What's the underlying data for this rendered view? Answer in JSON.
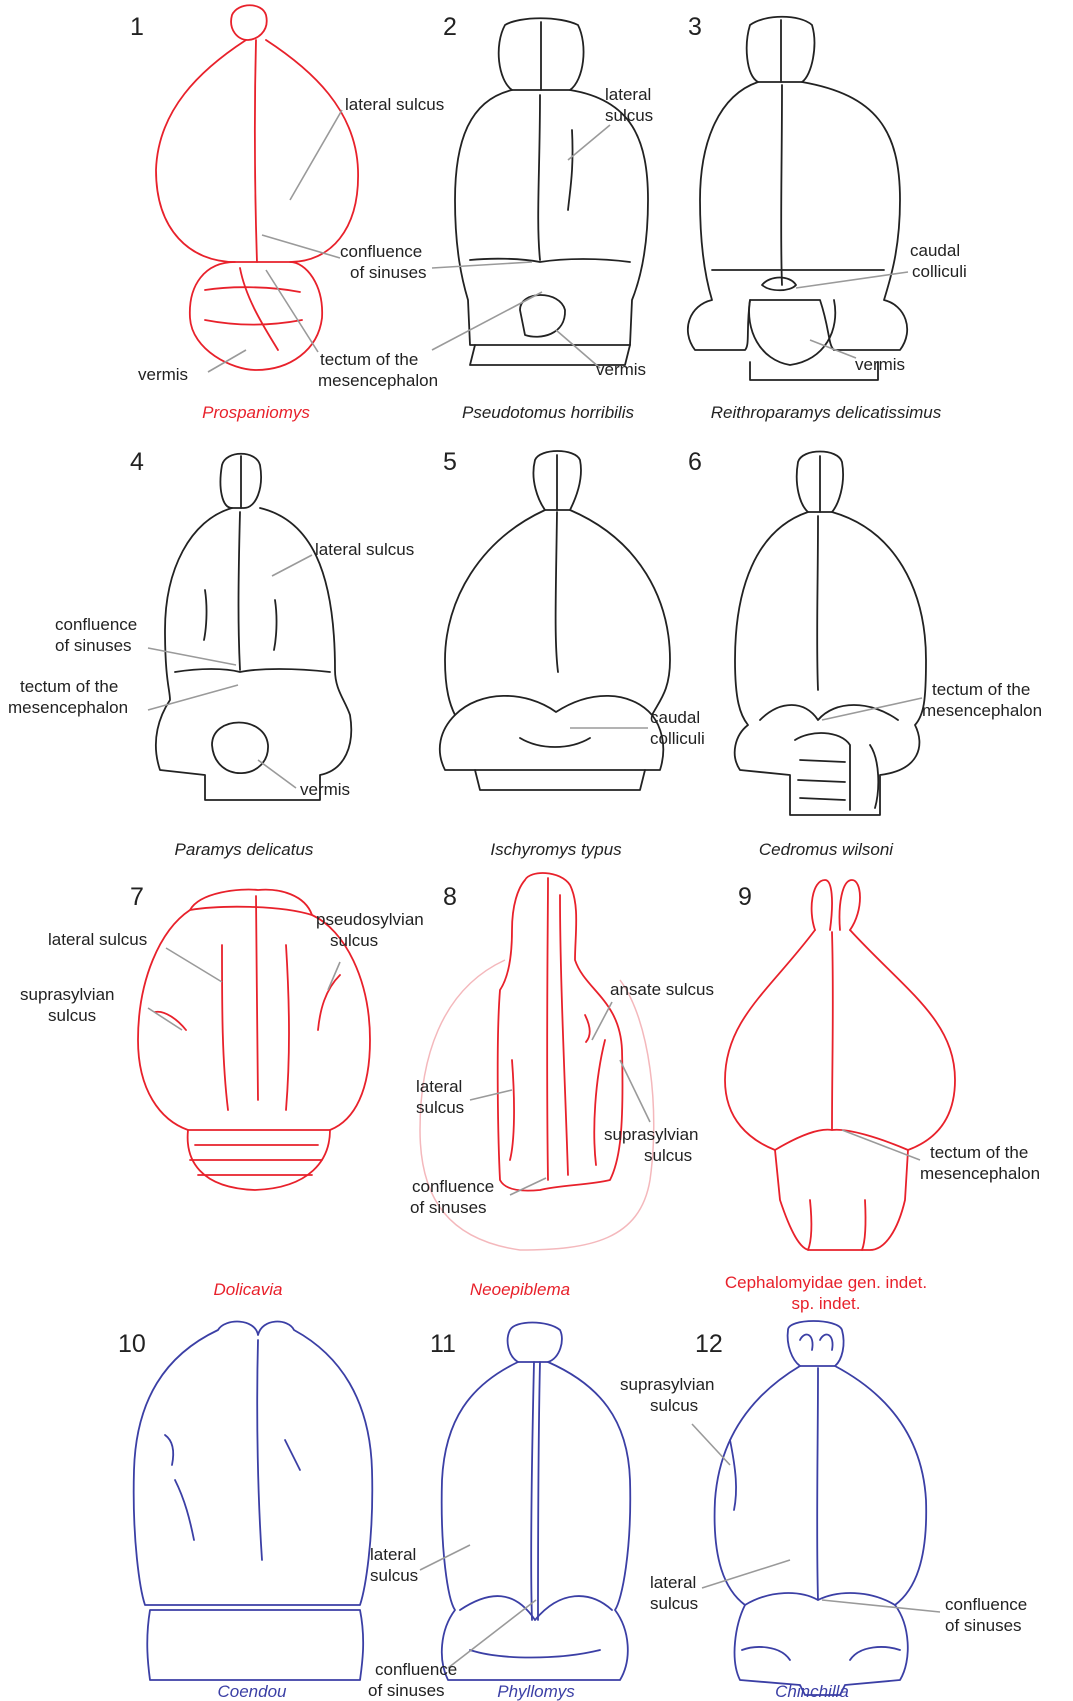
{
  "colors": {
    "red": "#e8212b",
    "black": "#222222",
    "blue": "#3b3fa5",
    "leader": "#9a9a9a",
    "ghost": "#f4b8bc"
  },
  "panels": [
    {
      "number": "1",
      "caption": "Prospaniomys",
      "color": "red",
      "italic": true
    },
    {
      "number": "2",
      "caption": "Pseudotomus horribilis",
      "color": "black",
      "italic": true
    },
    {
      "number": "3",
      "caption": "Reithroparamys delicatissimus",
      "color": "black",
      "italic": true
    },
    {
      "number": "4",
      "caption": "Paramys delicatus",
      "color": "black",
      "italic": true
    },
    {
      "number": "5",
      "caption": "Ischyromys typus",
      "color": "black",
      "italic": true
    },
    {
      "number": "6",
      "caption": "Cedromus wilsoni",
      "color": "black",
      "italic": true
    },
    {
      "number": "7",
      "caption": "Dolicavia",
      "color": "red",
      "italic": true
    },
    {
      "number": "8",
      "caption": "Neoepiblema",
      "color": "red",
      "italic": true
    },
    {
      "number": "9",
      "caption": [
        "Cephalomyidae gen. indet.",
        "sp. indet."
      ],
      "color": "red",
      "italic": false
    },
    {
      "number": "10",
      "caption": "Coendou",
      "color": "blue",
      "italic": true
    },
    {
      "number": "11",
      "caption": "Phyllomys",
      "color": "blue",
      "italic": true
    },
    {
      "number": "12",
      "caption": "Chinchilla",
      "color": "blue",
      "italic": true
    }
  ],
  "labels": {
    "p1": {
      "lateral": [
        "lateral sulcus"
      ],
      "confluence": [
        "confluence",
        "of sinuses"
      ],
      "vermis": [
        "vermis"
      ],
      "tectum": [
        "tectum of the",
        "mesencephalon"
      ]
    },
    "p2": {
      "lateral": [
        "lateral",
        "sulcus"
      ],
      "vermis": [
        "vermis"
      ]
    },
    "p3": {
      "caudal": [
        "caudal",
        "colliculi"
      ],
      "vermis": [
        "vermis"
      ]
    },
    "p4": {
      "lateral": [
        "lateral sulcus"
      ],
      "confluence": [
        "confluence",
        "of sinuses"
      ],
      "tectum": [
        "tectum of the",
        "mesencephalon"
      ],
      "vermis": [
        "vermis"
      ]
    },
    "p5": {
      "caudal": [
        "caudal",
        "colliculi"
      ]
    },
    "p6": {
      "tectum": [
        "tectum of the",
        "mesencephalon"
      ]
    },
    "p7": {
      "lateral": [
        "lateral sulcus"
      ],
      "pseudosylvian": [
        "pseudosylvian",
        "sulcus"
      ],
      "suprasylvian": [
        "suprasylvian",
        "sulcus"
      ]
    },
    "p8": {
      "ansate": [
        "ansate sulcus"
      ],
      "lateral": [
        "lateral",
        "sulcus"
      ],
      "suprasylvian": [
        "suprasylvian",
        "sulcus"
      ],
      "confluence": [
        "confluence",
        "of sinuses"
      ]
    },
    "p9": {
      "tectum": [
        "tectum of the",
        "mesencephalon"
      ]
    },
    "p11": {
      "lateral": [
        "lateral",
        "sulcus"
      ],
      "confluence": [
        "confluence",
        "of sinuses"
      ]
    },
    "p12": {
      "suprasylvian": [
        "suprasylvian",
        "sulcus"
      ],
      "lateral": [
        "lateral",
        "sulcus"
      ],
      "confluence": [
        "confluence",
        "of sinuses"
      ]
    }
  }
}
